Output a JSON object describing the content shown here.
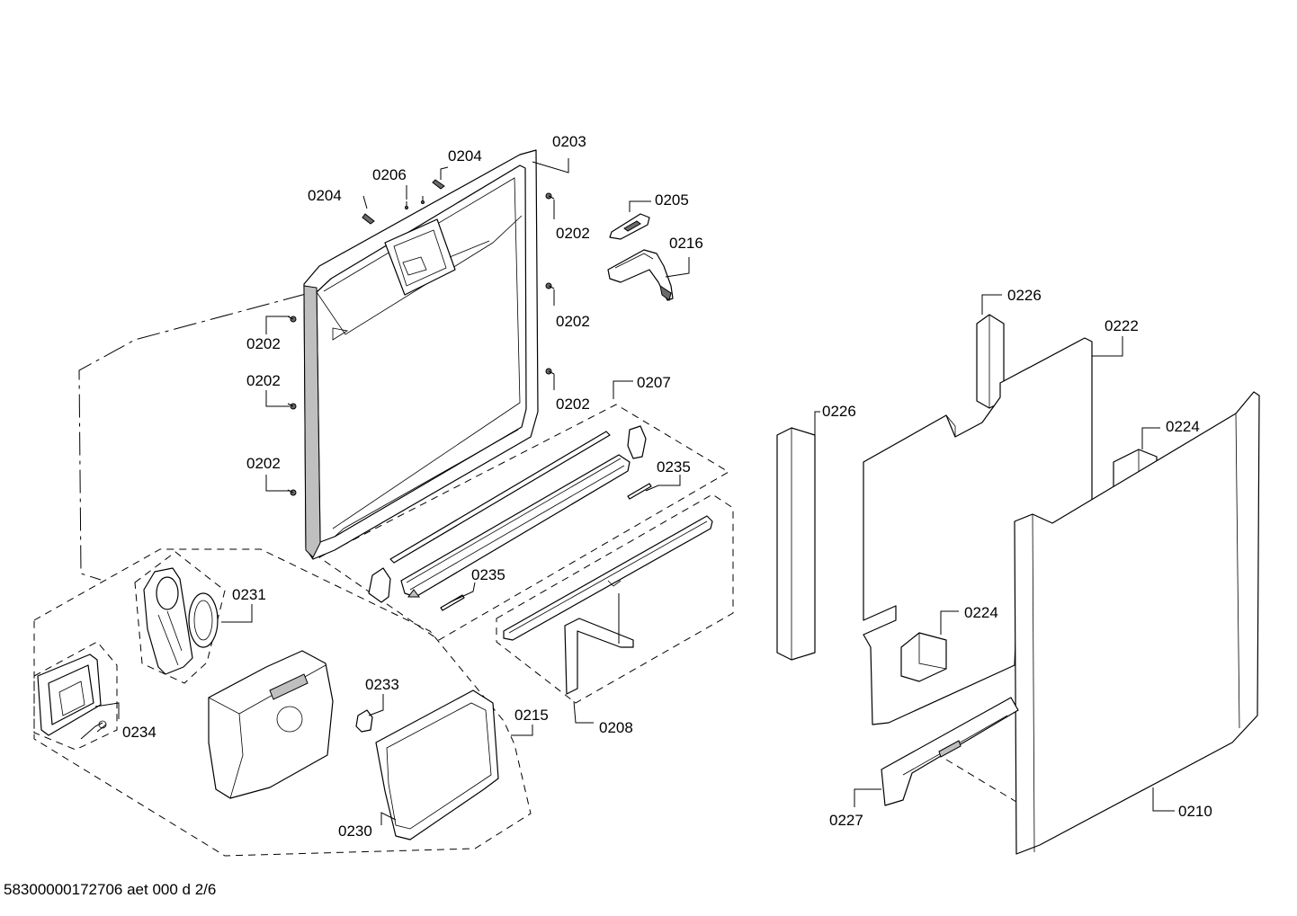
{
  "labels": {
    "l0203": "0203",
    "l0204a": "0204",
    "l0204b": "0204",
    "l0206": "0206",
    "l0205": "0205",
    "l0216": "0216",
    "l0202a": "0202",
    "l0202b": "0202",
    "l0202c": "0202",
    "l0202d": "0202",
    "l0202e": "0202",
    "l0202f": "0202",
    "l0207": "0207",
    "l0235a": "0235",
    "l0235b": "0235",
    "l0231": "0231",
    "l0234": "0234",
    "l0233": "0233",
    "l0215": "0215",
    "l0230": "0230",
    "l0208": "0208",
    "l0226a": "0226",
    "l0226b": "0226",
    "l0222": "0222",
    "l0224a": "0224",
    "l0224b": "0224",
    "l0227": "0227",
    "l0210": "0210"
  },
  "footer": "58300000172706 aet 000 d 2/6"
}
